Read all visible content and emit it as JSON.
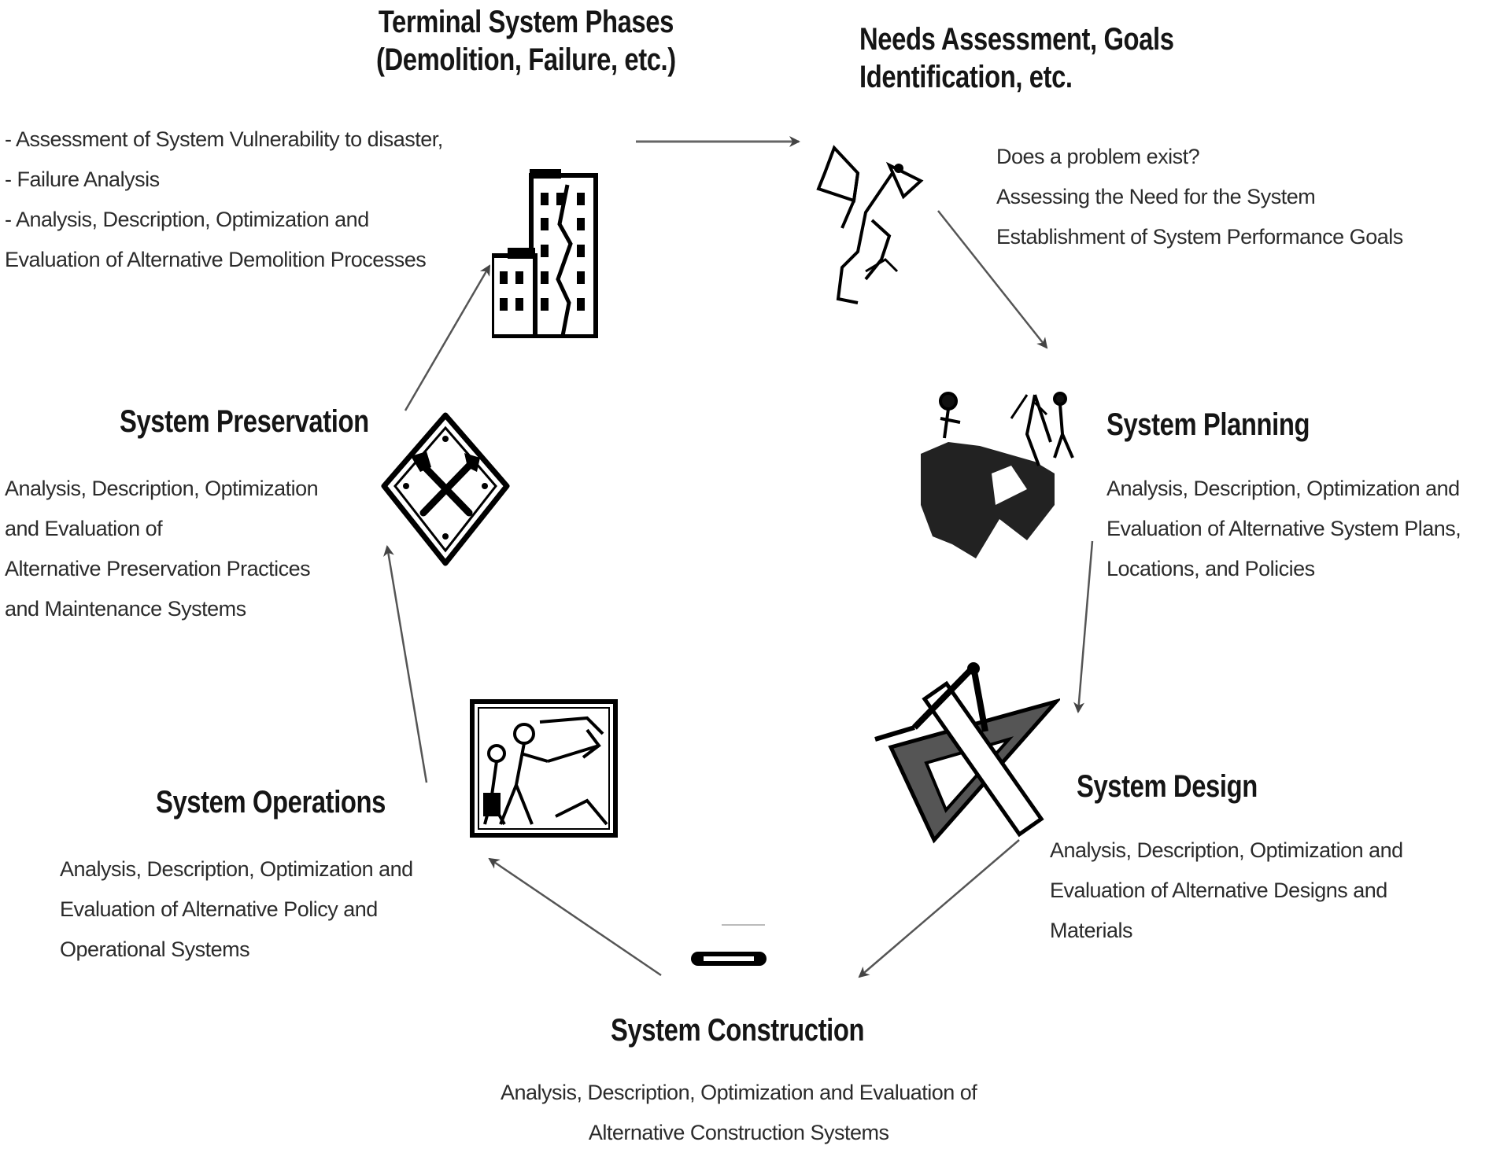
{
  "stages": {
    "terminal": {
      "title_lines": [
        "Terminal System Phases",
        "(Demolition, Failure, etc.)"
      ],
      "desc_lines": [
        "- Assessment of System Vulnerability to disaster,",
        "- Failure Analysis",
        "- Analysis, Description, Optimization and",
        "Evaluation of Alternative Demolition Processes"
      ],
      "icon": "damaged-building-icon"
    },
    "needs": {
      "title_lines": [
        "Needs Assessment,   Goals",
        "Identification, etc."
      ],
      "desc_lines": [
        "Does a problem exist?",
        "Assessing the Need for the System",
        "Establishment of System Performance Goals"
      ],
      "icon": "flag-on-rock-icon"
    },
    "planning": {
      "title": "System Planning",
      "desc_lines": [
        "Analysis, Description, Optimization and",
        "Evaluation    of Alternative System Plans,",
        "Locations, and Policies"
      ],
      "icon": "surveyors-on-hill-icon"
    },
    "design": {
      "title": "System Design",
      "desc_lines": [
        "Analysis, Description, Optimization and",
        "Evaluation   of Alternative Designs and",
        "Materials"
      ],
      "icon": "drafting-tools-icon"
    },
    "construction": {
      "title": "System Construction",
      "desc_lines": [
        "Analysis, Description, Optimization and Evaluation of",
        "Alternative Construction Systems"
      ],
      "icon": "construction-equipment-icon"
    },
    "operations": {
      "title": "System Operations",
      "desc_lines": [
        "Analysis, Description, Optimization and",
        "Evaluation of  Alternative Policy and",
        "Operational Systems"
      ],
      "icon": "operations-scene-icon"
    },
    "preservation": {
      "title": "System Preservation",
      "desc_lines": [
        "Analysis, Description, Optimization",
        "and Evaluation of",
        "Alternative Preservation Practices",
        "and Maintenance Systems"
      ],
      "icon": "tools-sign-icon"
    }
  }
}
